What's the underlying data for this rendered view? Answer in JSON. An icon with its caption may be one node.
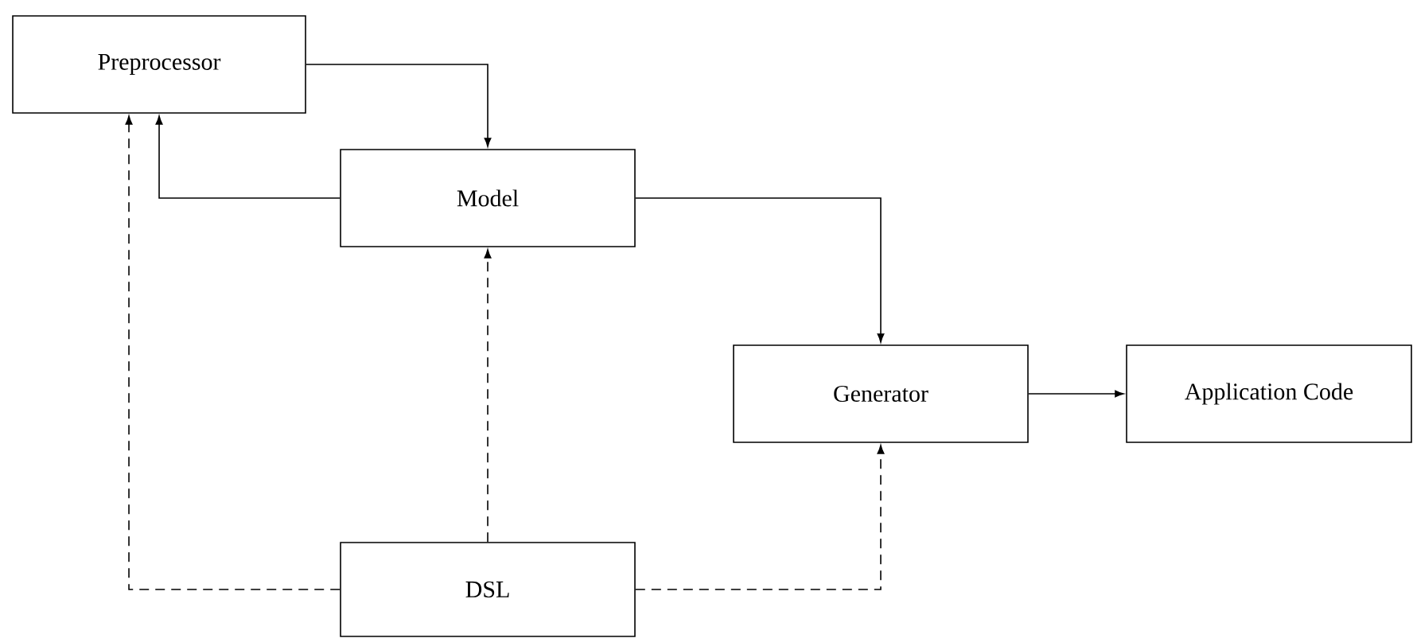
{
  "diagram": {
    "nodes": [
      {
        "text": [
          "Preprocessor"
        ]
      },
      {
        "text": [
          "Model"
        ]
      },
      {
        "text": [
          "Generator"
        ]
      },
      {
        "text": [
          "Application Code"
        ]
      },
      {
        "text": [
          "DSL"
        ]
      }
    ],
    "edges": [
      {
        "from": 0,
        "to": 1,
        "arrow": "to"
      },
      {
        "from": 1,
        "to": 0,
        "arrow": "to"
      },
      {
        "from": 1,
        "to": 2,
        "arrow": "to"
      },
      {
        "from": 2,
        "to": 3,
        "arrow": "to"
      },
      {
        "from": 4,
        "to": 0,
        "arrow": "to",
        "style": "dashed"
      },
      {
        "from": 4,
        "to": 1,
        "arrow": "to",
        "style": "dashed"
      },
      {
        "from": 4,
        "to": 2,
        "arrow": "to",
        "style": "dashed"
      }
    ]
  }
}
